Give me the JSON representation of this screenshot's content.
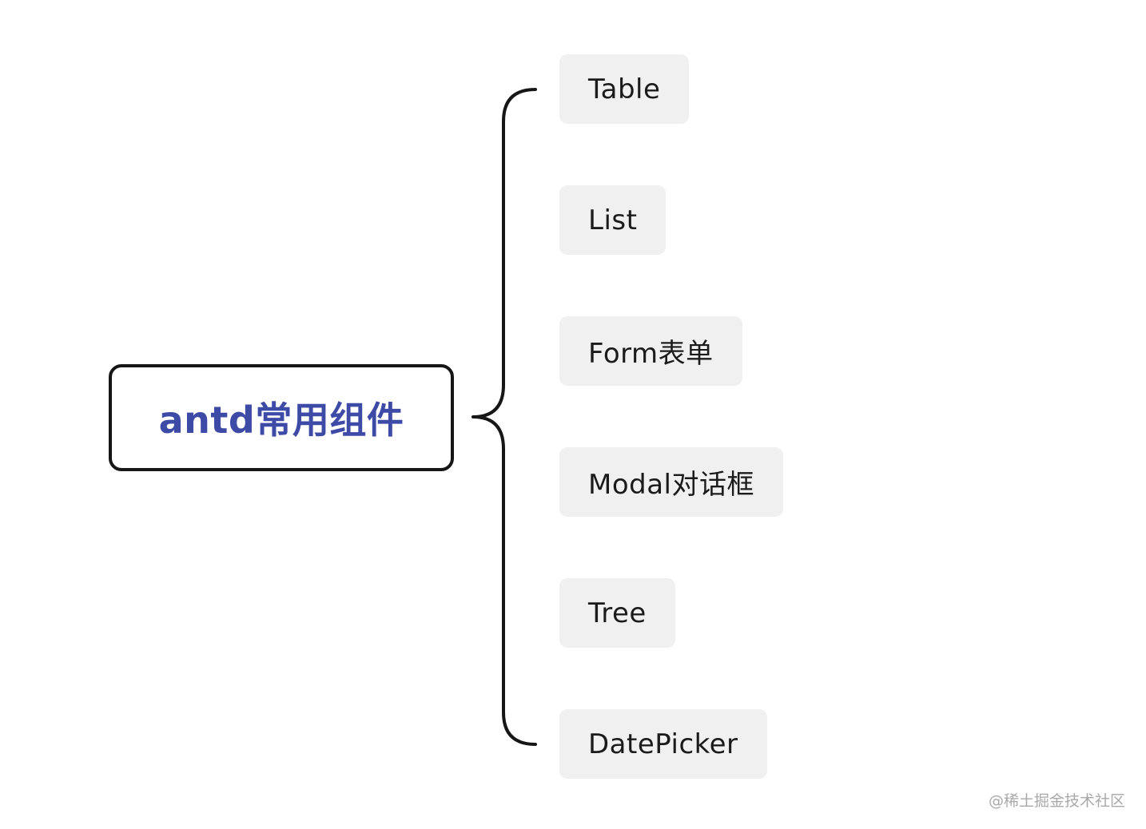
{
  "root": {
    "label": "antd常用组件",
    "text_color": "#3d4ba7",
    "border_color": "#161616"
  },
  "children": [
    {
      "label": "Table"
    },
    {
      "label": "List"
    },
    {
      "label": "Form表单"
    },
    {
      "label": "Modal对话框"
    },
    {
      "label": "Tree"
    },
    {
      "label": "DatePicker"
    }
  ],
  "child_style": {
    "background": "#f0f0f0",
    "text_color": "#1b1b1b"
  },
  "watermark": "@稀土掘金技术社区"
}
